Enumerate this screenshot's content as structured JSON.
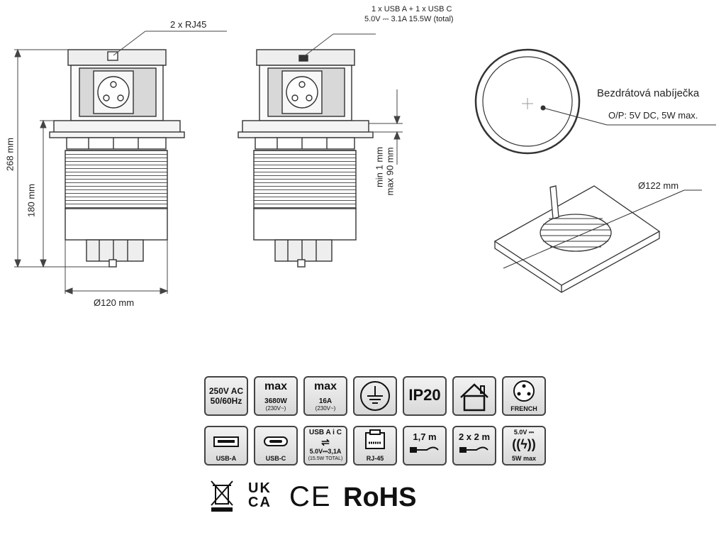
{
  "labels": {
    "rj45_callout": "2 x RJ45",
    "usb_callout_line1": "1 x USB A + 1 x USB C",
    "usb_callout_line2": "5.0V ⎓ 3.1A 15.5W (total)",
    "dim_268": "268 mm",
    "dim_180": "180 mm",
    "dim_120": "Ø120 mm",
    "dim_thickness": "min 1 mm\nmax 90 mm",
    "dim_thickness_1": "min 1 mm",
    "dim_thickness_2": "max 90 mm",
    "wireless_title": "Bezdrátová nabíječka",
    "wireless_output": "O/P: 5V DC, 5W max.",
    "cutout_diameter": "Ø122 mm"
  },
  "icons_row1": [
    {
      "name": "voltage",
      "line1": "250V AC",
      "line2": "50/60Hz"
    },
    {
      "name": "max-power",
      "title": "max",
      "value": "3680W",
      "note": "(230V~)"
    },
    {
      "name": "max-current",
      "title": "max",
      "value": "16A",
      "note": "(230V~)"
    },
    {
      "name": "ground",
      "label": ""
    },
    {
      "name": "ip-rating",
      "label": "IP20"
    },
    {
      "name": "indoor",
      "label": ""
    },
    {
      "name": "socket-type",
      "label": "FRENCH"
    }
  ],
  "icons_row2": [
    {
      "name": "usb-a",
      "label": "USB-A"
    },
    {
      "name": "usb-c",
      "label": "USB-C"
    },
    {
      "name": "usb-spec",
      "line1": "USB A i C",
      "line2": "5.0V⎓3,1A",
      "line3": "(15.5W TOTAL)"
    },
    {
      "name": "rj45",
      "label": "RJ-45"
    },
    {
      "name": "cable-length",
      "label": "1,7 m"
    },
    {
      "name": "cable-spec",
      "label": "2 x 2 m"
    },
    {
      "name": "wireless",
      "line1": "5.0V ⎓",
      "line2": "5W max"
    }
  ],
  "certifications": {
    "ukca_line1": "UK",
    "ukca_line2": "CA",
    "ce": "CE",
    "rohs": "RoHS"
  }
}
